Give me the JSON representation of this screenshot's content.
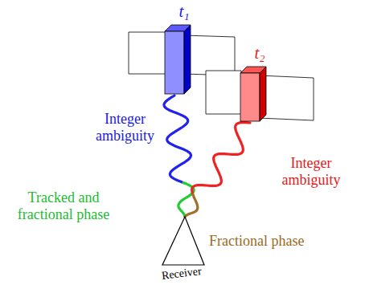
{
  "diagram": {
    "nodes": [
      {
        "text": [
          "t₁"
        ]
      },
      {
        "text": [
          "t₂"
        ]
      },
      {
        "text": [
          "Receiver"
        ]
      }
    ],
    "edges": [
      {
        "from": 0,
        "to": 2,
        "arrow": "none"
      },
      {
        "from": 1,
        "to": 2,
        "arrow": "none"
      }
    ],
    "labels": [
      "Integer ambiguity",
      "Integer ambiguity",
      "Tracked and fractional phase",
      "Fractional phase"
    ]
  }
}
